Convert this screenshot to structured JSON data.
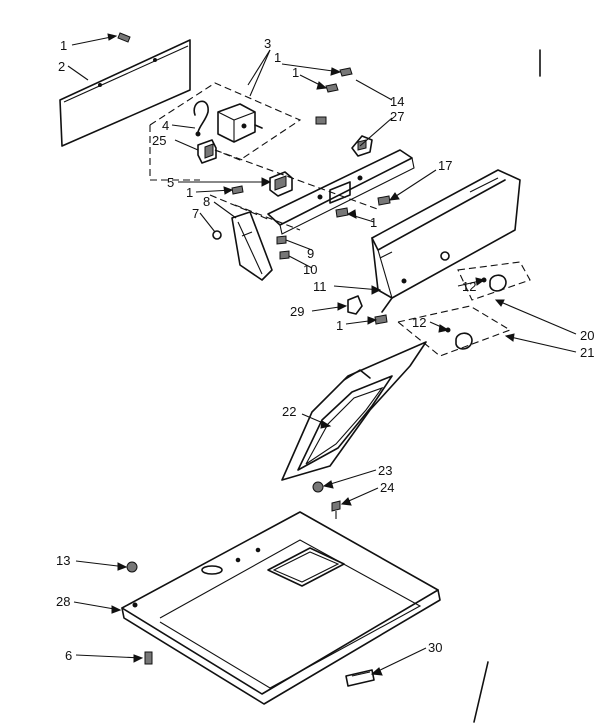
{
  "callouts": [
    {
      "id": "c1",
      "text": "1"
    },
    {
      "id": "c2",
      "text": "2"
    },
    {
      "id": "c3",
      "text": "3"
    },
    {
      "id": "c4",
      "text": "4"
    },
    {
      "id": "c5",
      "text": "5"
    },
    {
      "id": "c6",
      "text": "6"
    },
    {
      "id": "c7",
      "text": "7"
    },
    {
      "id": "c8",
      "text": "8"
    },
    {
      "id": "c9",
      "text": "9"
    },
    {
      "id": "c10",
      "text": "10"
    },
    {
      "id": "c11",
      "text": "11"
    },
    {
      "id": "c12",
      "text": "12"
    },
    {
      "id": "c13",
      "text": "13"
    },
    {
      "id": "c14",
      "text": "14"
    },
    {
      "id": "c17",
      "text": "17"
    },
    {
      "id": "c20",
      "text": "20"
    },
    {
      "id": "c21",
      "text": "21"
    },
    {
      "id": "c22",
      "text": "22"
    },
    {
      "id": "c23",
      "text": "23"
    },
    {
      "id": "c24",
      "text": "24"
    },
    {
      "id": "c25",
      "text": "25"
    },
    {
      "id": "c27",
      "text": "27"
    },
    {
      "id": "c28",
      "text": "28"
    },
    {
      "id": "c29",
      "text": "29"
    },
    {
      "id": "c30",
      "text": "30"
    }
  ]
}
